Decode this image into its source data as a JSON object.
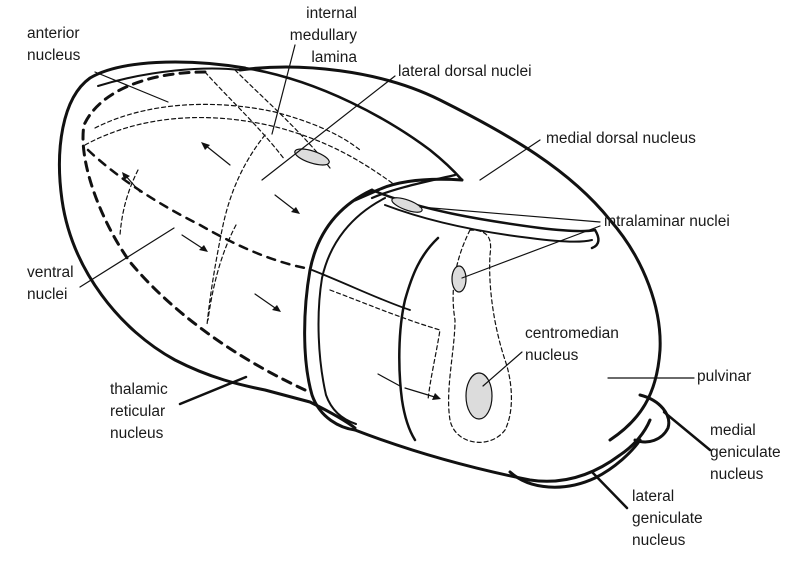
{
  "labels": {
    "internal_medullary_lamina": "internal\nmedullary\nlamina",
    "anterior_nucleus": "anterior\nnucleus",
    "lateral_dorsal_nuclei": "lateral dorsal nuclei",
    "medial_dorsal_nucleus": "medial dorsal nucleus",
    "intralaminar_nuclei": "intralaminar nuclei",
    "ventral_nuclei": "ventral\nnuclei",
    "centromedian_nucleus": "centromedian\nnucleus",
    "pulvinar": "pulvinar",
    "thalamic_reticular_nucleus": "thalamic\nreticular\nnucleus",
    "medial_geniculate_nucleus": "medial\ngeniculate\nnucleus",
    "lateral_geniculate_nucleus": "lateral\ngeniculate\nnucleus"
  },
  "colors": {
    "line": "#111111",
    "nucleus_fill": "#dcdcdc",
    "text": "#1a1a1a"
  }
}
